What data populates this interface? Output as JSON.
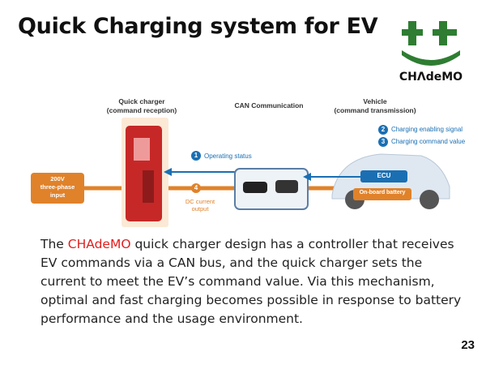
{
  "slide": {
    "title": "Quick Charging system for EV",
    "logo_text": "CHΛdeMO",
    "page_number": "23"
  },
  "diagram": {
    "quick_charger_label": [
      "Quick charger",
      "(command reception)"
    ],
    "can_label": "CAN Communication",
    "vehicle_label": [
      "Vehicle",
      "(command transmission)"
    ],
    "signals": [
      {
        "num": "2",
        "text": "Charging enabling signal"
      },
      {
        "num": "3",
        "text": "Charging command value"
      }
    ],
    "operating_status": {
      "num": "1",
      "text": "Operating status"
    },
    "dc_current": {
      "num": "4",
      "lines": [
        "DC current",
        "output"
      ]
    },
    "input_box": [
      "200V",
      "three-phase",
      "input"
    ],
    "ecu": "ECU",
    "battery": "On-board battery",
    "colors": {
      "blue": "#1a6fb3",
      "orange": "#e0822a",
      "red": "#c62828",
      "logo_green": "#2e7d32"
    }
  },
  "body": {
    "highlight": "CHAdeMO",
    "text": " quick charger design has a controller that receives EV commands via a CAN bus, and the quick charger sets the current to meet the EV’s command value. Via this mechanism, optimal and fast charging becomes possible in response to battery performance and the usage environment.",
    "prefix": "The "
  }
}
